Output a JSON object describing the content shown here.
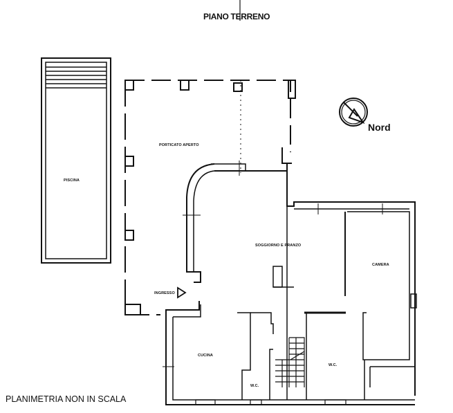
{
  "title": "PIANO TERRENO",
  "footer_note": "PLANIMETRIA NON IN SCALA",
  "compass": {
    "label": "Nord",
    "icon": "north-arrow-icon"
  },
  "rooms": {
    "piscina": "PISCINA",
    "porticato": "PORTICATO APERTO",
    "soggiorno": "SOGGIORNO E PRANZO",
    "camera": "CAMERA",
    "cucina": "CUCINA",
    "wc_small": "W.C.",
    "wc_large": "W.C."
  },
  "entrance": {
    "label": "INGRESSO",
    "icon": "entrance-arrow-icon"
  },
  "colors": {
    "line": "#111111",
    "background": "#ffffff"
  }
}
